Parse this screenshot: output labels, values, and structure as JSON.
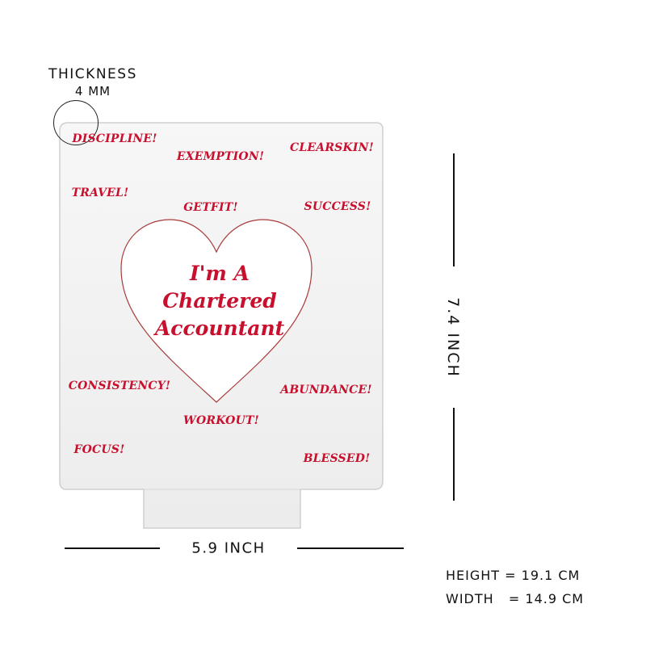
{
  "thickness": {
    "label": "THICKNESS",
    "value": "4 MM"
  },
  "plaque": {
    "title_lines": [
      "I'm A",
      "Chartered",
      "Accountant"
    ],
    "words": {
      "discipline": "DISCIPLINE!",
      "exemption": "EXEMPTION!",
      "clearskin": "CLEARSKIN!",
      "travel": "TRAVEL!",
      "getfit": "GETFIT!",
      "success": "SUCCESS!",
      "consistency": "CONSISTENCY!",
      "abundance": "ABUNDANCE!",
      "workout": "WORKOUT!",
      "focus": "FOCUS!",
      "blessed": "BLESSED!"
    }
  },
  "dimensions": {
    "height_label": "7.4 INCH",
    "width_label": "5.9 INCH"
  },
  "specs": {
    "height": "HEIGHT = 19.1 CM",
    "width": "WIDTH   = 14.9 CM"
  },
  "colors": {
    "text_accent": "#c8102e",
    "heart_outline": "#a93a3a",
    "plaque_fill": "#f2f2f2"
  }
}
